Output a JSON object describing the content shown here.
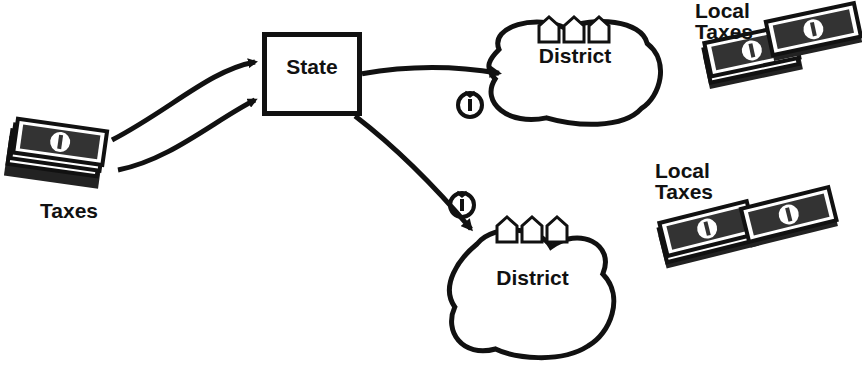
{
  "diagram": {
    "nodes": [
      {
        "text": [
          "State"
        ]
      },
      {
        "text": [
          "District"
        ]
      },
      {
        "text": [
          "District"
        ]
      }
    ],
    "edges": [
      {
        "from": 0,
        "to": 1,
        "arrow": "to"
      },
      {
        "from": 0,
        "to": 2,
        "arrow": "to"
      }
    ],
    "labels": [
      "Taxes",
      "Local Taxes",
      "Local Taxes"
    ]
  }
}
